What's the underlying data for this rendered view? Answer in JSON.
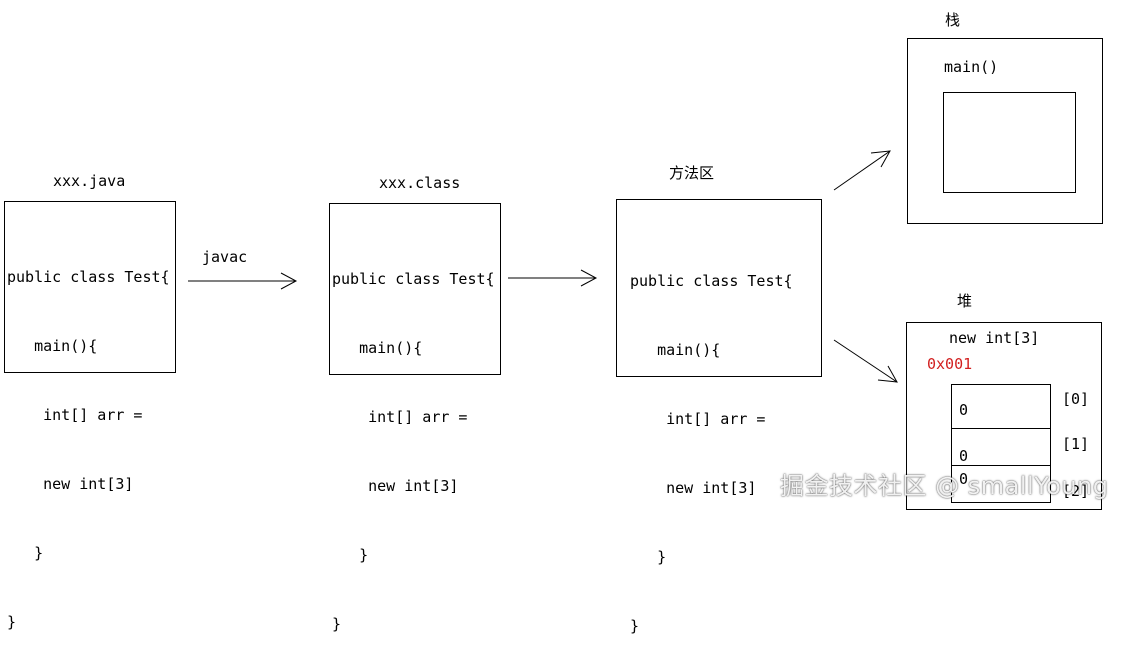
{
  "source": {
    "title": "xxx.java",
    "code": [
      "public class Test{",
      "   main(){",
      "    int[] arr =",
      "    new int[3]",
      "   }",
      "}"
    ]
  },
  "compile_label": "javac",
  "bytecode": {
    "title": "xxx.class",
    "code": [
      "public class Test{",
      "   main(){",
      "    int[] arr =",
      "    new int[3]",
      "   }",
      "}"
    ]
  },
  "method_area": {
    "title": "方法区",
    "code": [
      "public class Test{",
      "   main(){",
      "    int[] arr =",
      "    new int[3]",
      "   }",
      "}"
    ]
  },
  "stack": {
    "title": "栈",
    "frame_label": "main()"
  },
  "heap": {
    "title": "堆",
    "object_label": "new int[3]",
    "address": "0x001",
    "address_color": "#d21f1f",
    "cells": [
      {
        "value": "0",
        "index": "[0]"
      },
      {
        "value": "0",
        "index": "[1]"
      },
      {
        "value": "0",
        "index": "[2]"
      }
    ]
  },
  "watermark": "掘金技术社区 @ smallYoung"
}
